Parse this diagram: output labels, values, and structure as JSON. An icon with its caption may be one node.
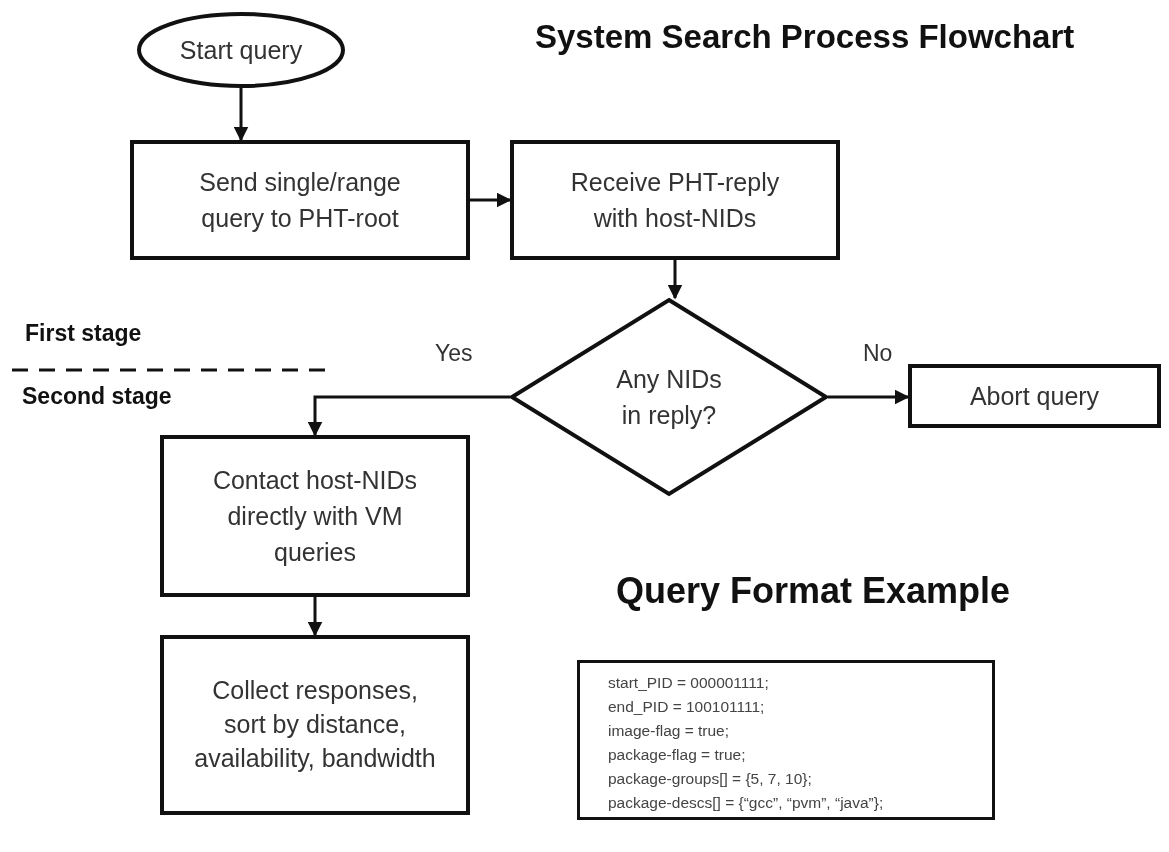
{
  "diagram": {
    "title": "System Search Process Flowchart",
    "nodes": [
      {
        "text": [
          "Start query"
        ]
      },
      {
        "text": [
          "Send single/range query to PHT-root"
        ]
      },
      {
        "text": [
          "Receive PHT-reply with host-NIDs"
        ]
      },
      {
        "text": [
          "Any NIDs in reply?"
        ]
      },
      {
        "text": [
          "Abort query"
        ]
      },
      {
        "text": [
          "Contact host-NIDs directly with VM queries"
        ]
      },
      {
        "text": [
          "Collect responses, sort by distance, availability, bandwidth"
        ]
      },
      {
        "text": [
          "Query Format Example",
          "start_PID = 000001111;",
          "end_PID = 100101111;",
          "image-flag = true;",
          "package-flag = true;",
          "package-groups[] = {5, 7, 10};",
          "package-descs[] = {“gcc”, “pvm”, “java”};"
        ]
      }
    ],
    "edges": [
      {
        "from": 0,
        "to": 1,
        "arrow": "to"
      },
      {
        "from": 1,
        "to": 2,
        "arrow": "to"
      },
      {
        "from": 2,
        "to": 3,
        "arrow": "to"
      },
      {
        "from": 3,
        "to": 4,
        "label": "No",
        "arrow": "to"
      },
      {
        "from": 3,
        "to": 5,
        "label": "Yes",
        "arrow": "to"
      },
      {
        "from": 5,
        "to": 6,
        "arrow": "to"
      }
    ],
    "labels": [
      "First stage",
      "Second stage"
    ]
  }
}
